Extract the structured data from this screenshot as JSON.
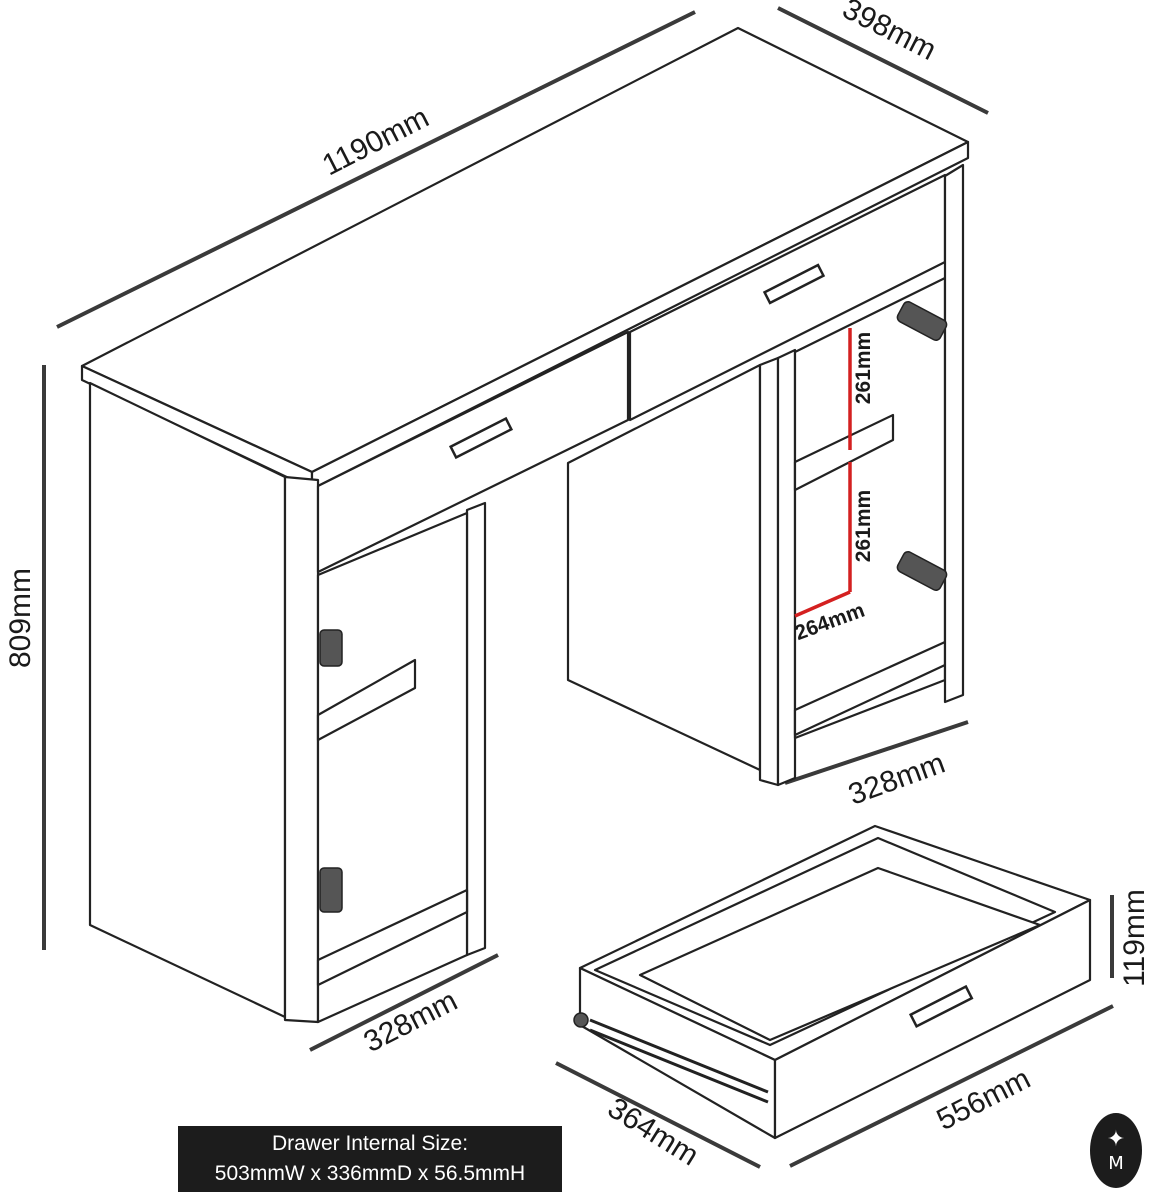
{
  "dimensions": {
    "overall_width": "1190mm",
    "overall_depth": "398mm",
    "overall_height": "809mm",
    "left_cabinet_width": "328mm",
    "right_cabinet_width": "328mm",
    "shelf_gap_upper": "261mm",
    "shelf_gap_lower": "261mm",
    "shelf_depth": "264mm",
    "drawer_height": "119mm",
    "drawer_width": "556mm",
    "drawer_depth": "364mm"
  },
  "note": {
    "line1": "Drawer Internal Size:",
    "line2": "503mmW x 336mmD x 56.5mmH"
  },
  "colors": {
    "outline": "#222222",
    "highlight": "#d42020",
    "note_background": "#1c1c1c",
    "note_text": "#ffffff"
  },
  "logo": {
    "icon": "brand-emblem-icon"
  }
}
